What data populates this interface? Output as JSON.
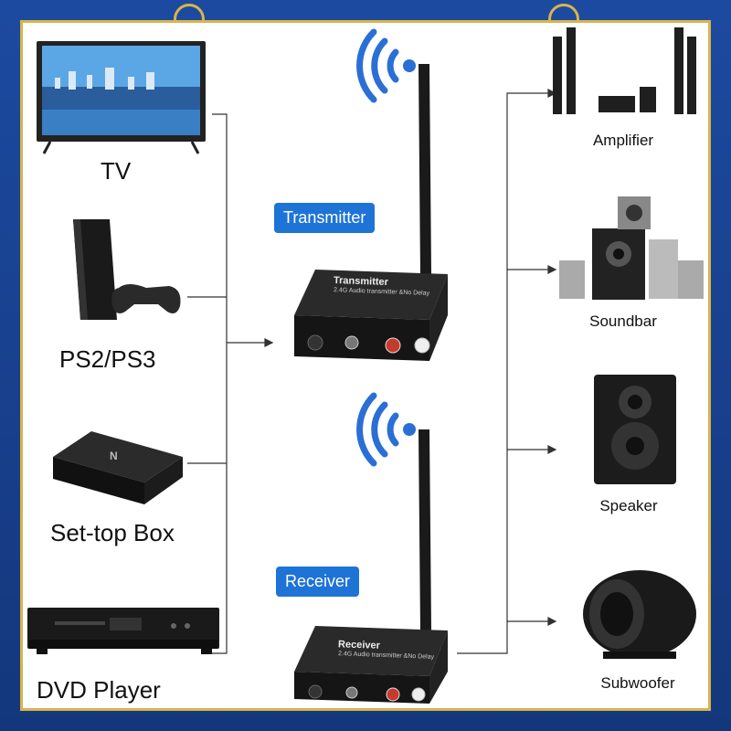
{
  "sources": [
    {
      "label": "TV",
      "icon": "tv-icon"
    },
    {
      "label": "PS2/PS3",
      "icon": "game-console-icon"
    },
    {
      "label": "Set-top Box",
      "icon": "set-top-box-icon"
    },
    {
      "label": "DVD Player",
      "icon": "dvd-player-icon"
    }
  ],
  "transmitter": {
    "tag": "Transmitter",
    "device_name": "Transmitter",
    "device_sub": "2.4G Audio transmitter &No Delay"
  },
  "receiver": {
    "tag": "Receiver",
    "device_name": "Receiver",
    "device_sub": "2.4G Audio transmitter &No Delay"
  },
  "outputs": [
    {
      "label": "Amplifier",
      "icon": "amplifier-icon"
    },
    {
      "label": "Soundbar",
      "icon": "soundbar-icon"
    },
    {
      "label": "Speaker",
      "icon": "speaker-icon"
    },
    {
      "label": "Subwoofer",
      "icon": "subwoofer-icon"
    }
  ],
  "colors": {
    "frame": "#1c4aa0",
    "accent": "#1e73d6",
    "gold": "#d9b44a",
    "wifi": "#2a6fd6"
  }
}
